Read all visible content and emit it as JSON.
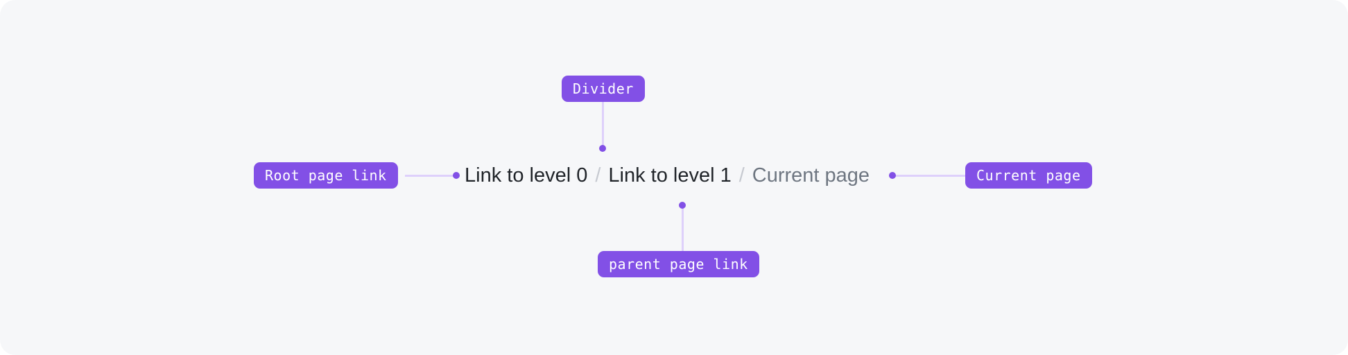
{
  "canvas": {
    "background_color": "#F6F7F9",
    "accent_color": "#8250E6",
    "connector_color": "#DED0FB"
  },
  "annotations": {
    "divider": {
      "label": "Divider"
    },
    "root_page_link": {
      "label": "Root page link"
    },
    "current_page": {
      "label": "Current page"
    },
    "parent_page_link": {
      "label": "parent page link"
    }
  },
  "breadcrumb": {
    "separator": "/",
    "items": [
      {
        "label": "Link to level 0",
        "state": "link"
      },
      {
        "label": "Link to level 1",
        "state": "link"
      },
      {
        "label": "Current page",
        "state": "current"
      }
    ]
  }
}
